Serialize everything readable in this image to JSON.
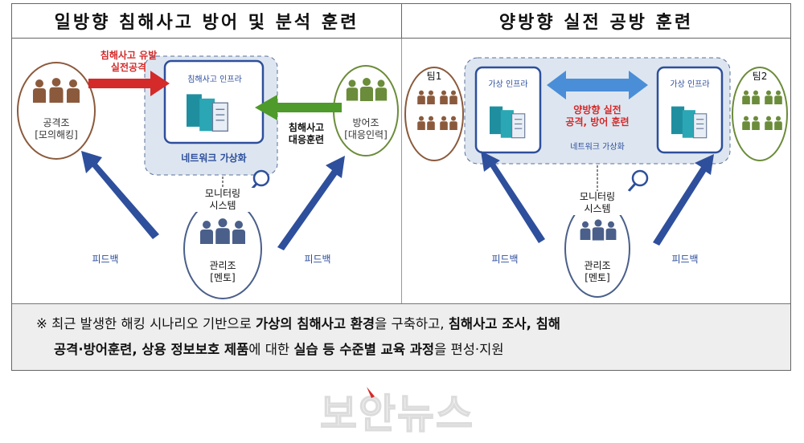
{
  "left": {
    "title": "일방향 침해사고 방어 및 분석 훈련",
    "attack_arrow_label_1": "침해사고 유발",
    "attack_arrow_label_2": "실전공격",
    "infra_label": "침해사고 인프라",
    "network_label": "네트워크 가상화",
    "defense_arrow_label_1": "침해사고",
    "defense_arrow_label_2": "대응훈련",
    "attack_team_1": "공격조",
    "attack_team_2": "[모의해킹]",
    "defense_team_1": "방어조",
    "defense_team_2": "[대응인력]",
    "monitoring_1": "모니터링",
    "monitoring_2": "시스템",
    "manager_1": "관리조",
    "manager_2": "[멘토]",
    "feedback_left": "피드백",
    "feedback_right": "피드백"
  },
  "right": {
    "title": "양방향 실전 공방 훈련",
    "team1": "팀1",
    "team2": "팀2",
    "infra_left": "가상 인프라",
    "infra_right": "가상 인프라",
    "exchange_1": "양방향 실전",
    "exchange_2": "공격, 방어 훈련",
    "network_label": "네트워크 가상화",
    "monitoring_1": "모니터링",
    "monitoring_2": "시스템",
    "manager_1": "관리조",
    "manager_2": "[멘토]",
    "feedback_left": "피드백",
    "feedback_right": "피드백"
  },
  "note": {
    "mark": "※",
    "t1": " 최근 발생한 해킹 시나리오 기반으로 ",
    "b1": "가상의 침해사고 환경",
    "t2": "을 구축하고, ",
    "b2": "침해사고 조사, 침해",
    "b3": "공격·방어훈련, 상용 정보보호 제품",
    "t3": "에 대한 ",
    "b4": "실습 등 수준별 교육 과정",
    "t4": "을 편성·지원"
  },
  "watermark": "보안뉴스",
  "colors": {
    "attack": "#8b5a3c",
    "defense": "#6b8c3a",
    "manager": "#4a5f8a",
    "arrow_blue": "#2e4f9c",
    "attack_arrow": "#d42a2a",
    "defense_arrow": "#4e9a2a",
    "exchange_arrow": "#4a8ed8"
  }
}
